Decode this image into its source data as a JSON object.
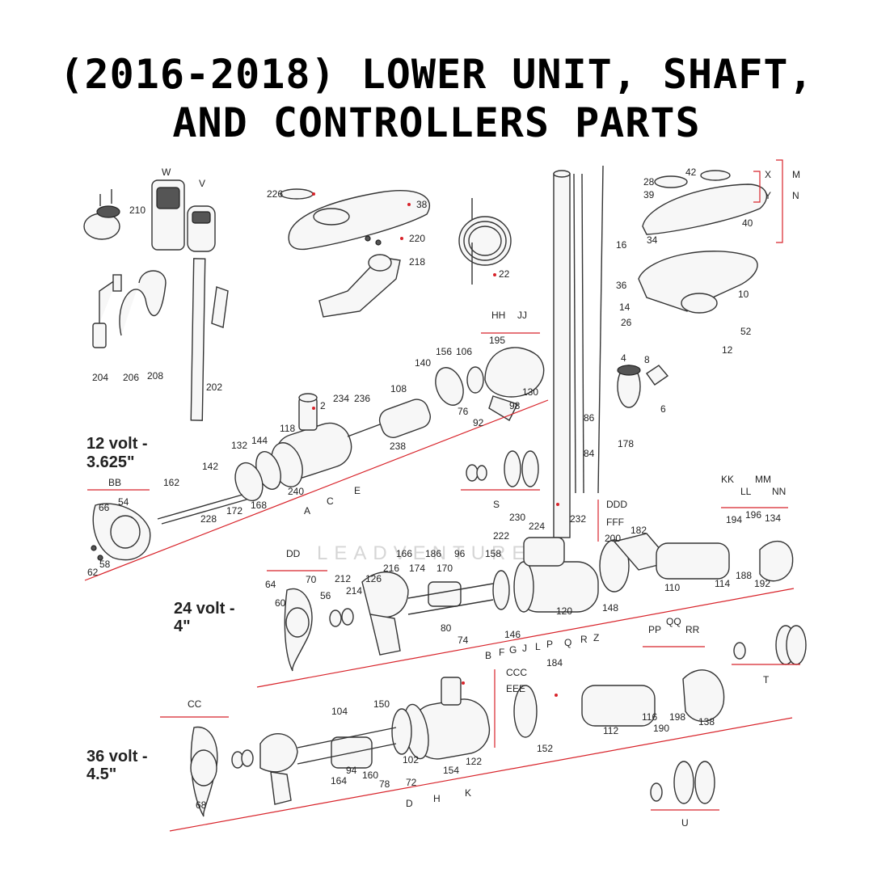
{
  "title": {
    "line1": "(2016-2018) LOWER UNIT, SHAFT,",
    "line2": "AND CONTROLLERS PARTS"
  },
  "sections": {
    "v12": {
      "line1": "12 volt -",
      "line2": "3.625\""
    },
    "v24": {
      "line1": "24 volt -",
      "line2": "4\""
    },
    "v36": {
      "line1": "36 volt -",
      "line2": "4.5\""
    }
  },
  "watermark": "LEADVENTURE",
  "accent_color": "#d8232a",
  "callouts": [
    "226",
    "38",
    "220",
    "218",
    "22",
    "W",
    "V",
    "210",
    "204",
    "206",
    "208",
    "202",
    "X",
    "Y",
    "M",
    "N",
    "28",
    "42",
    "39",
    "40",
    "16",
    "34",
    "36",
    "10",
    "14",
    "26",
    "12",
    "52",
    "HH",
    "JJ",
    "195",
    "140",
    "156",
    "106",
    "130",
    "98",
    "76",
    "92",
    "108",
    "2",
    "234",
    "236",
    "238",
    "118",
    "132",
    "144",
    "142",
    "240",
    "162",
    "54",
    "66",
    "BB",
    "172",
    "168",
    "228",
    "A",
    "C",
    "E",
    "62",
    "58",
    "4",
    "8",
    "6",
    "86",
    "84",
    "178",
    "S",
    "DDD",
    "FFF",
    "182",
    "200",
    "110",
    "148",
    "KK",
    "MM",
    "LL",
    "NN",
    "194",
    "196",
    "134",
    "114",
    "188",
    "192",
    "DD",
    "70",
    "64",
    "60",
    "56",
    "212",
    "214",
    "126",
    "216",
    "166",
    "174",
    "186",
    "96",
    "170",
    "222",
    "224",
    "230",
    "232",
    "158",
    "120",
    "80",
    "74",
    "146",
    "B",
    "F",
    "G",
    "J",
    "L",
    "P",
    "Q",
    "R",
    "Z",
    "PP",
    "QQ",
    "RR",
    "190",
    "116",
    "198",
    "138",
    "T",
    "CCC",
    "EEE",
    "184",
    "112",
    "152",
    "CC",
    "104",
    "150",
    "94",
    "160",
    "164",
    "154",
    "102",
    "78",
    "72",
    "122",
    "D",
    "H",
    "K",
    "68",
    "U"
  ]
}
